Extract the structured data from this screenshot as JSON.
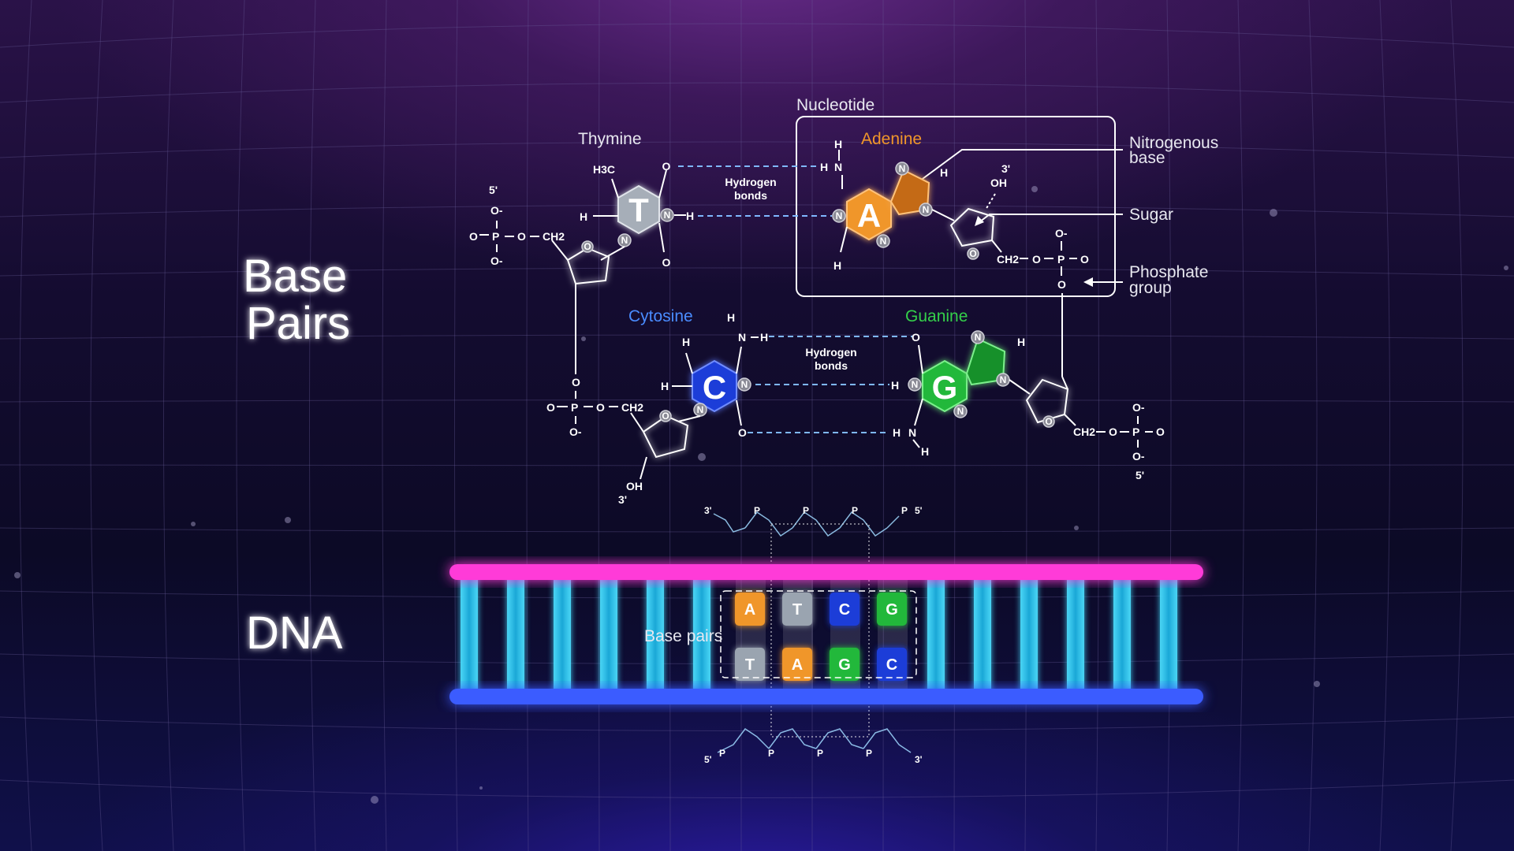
{
  "titles": {
    "base_pairs_1": "Base",
    "base_pairs_2": "Pairs",
    "dna": "DNA"
  },
  "bases": {
    "thymine": {
      "name": "Thymine",
      "letter": "T",
      "color": "#9aa4b0"
    },
    "adenine": {
      "name": "Adenine",
      "letter": "A",
      "color": "#f0962a"
    },
    "cytosine": {
      "name": "Cytosine",
      "letter": "C",
      "color": "#1e3ed8"
    },
    "guanine": {
      "name": "Guanine",
      "letter": "G",
      "color": "#22b83a"
    }
  },
  "labels": {
    "nucleotide": "Nucleotide",
    "nitrogenous_1": "Nitrogenous",
    "nitrogenous_2": "base",
    "sugar": "Sugar",
    "phosphate_1": "Phosphate",
    "phosphate_2": "group",
    "hbond_1": "Hydrogen",
    "hbond_2": "bonds",
    "base_pairs": "Base pairs"
  },
  "atoms": {
    "n": "N",
    "h": "H",
    "o": "O",
    "oh": "OH",
    "p": "P",
    "o_minus": "O-",
    "h3c": "H3C",
    "ch2": "CH2"
  },
  "strand_ends": {
    "five_prime": "5'",
    "three_prime": "3'"
  },
  "dna_top_bases": [
    "A",
    "T",
    "C",
    "G"
  ],
  "dna_bottom_bases": [
    "T",
    "A",
    "G",
    "C"
  ],
  "colors": {
    "top_rail": "#ff3ad8",
    "bottom_rail": "#3a5cff",
    "rung": "#26c4e8"
  }
}
